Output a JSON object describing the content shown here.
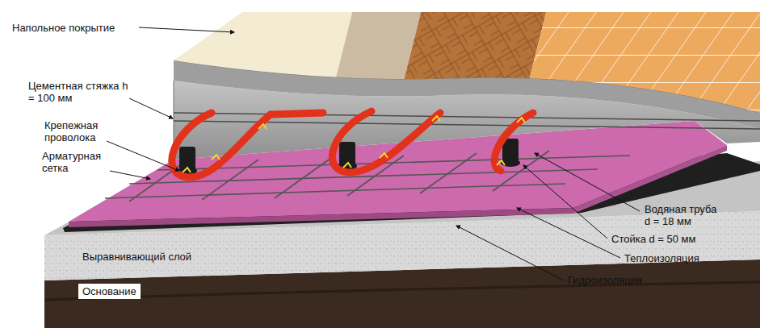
{
  "diagram": {
    "labels": [
      "Напольное покрытие",
      "Цементная стяжка h = 100 мм",
      "Крепежная проволока",
      "Арматурная сетка",
      "Водяная труба d = 18 мм",
      "Стойка d = 50 мм",
      "Теплоизоляция",
      "Гидроизоляция",
      "Выравнивающий слой",
      "Основание"
    ]
  }
}
